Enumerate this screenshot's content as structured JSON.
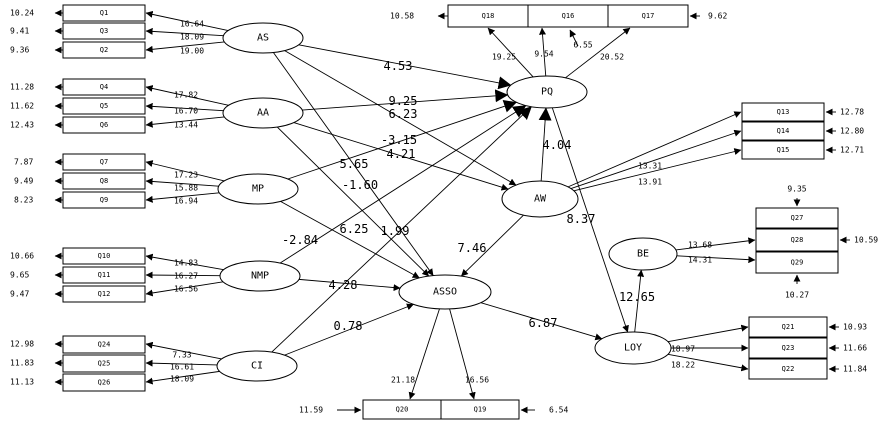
{
  "indicators": [
    {
      "id": "Q1",
      "label": "Q1",
      "variance": "10.24",
      "loading": "16.64"
    },
    {
      "id": "Q3",
      "label": "Q3",
      "variance": "9.41",
      "loading": "18.09"
    },
    {
      "id": "Q2",
      "label": "Q2",
      "variance": "9.36",
      "loading": "19.00"
    },
    {
      "id": "Q4",
      "label": "Q4",
      "variance": "11.28",
      "loading": "17.82"
    },
    {
      "id": "Q5",
      "label": "Q5",
      "variance": "11.62",
      "loading": "16.70"
    },
    {
      "id": "Q6",
      "label": "Q6",
      "variance": "12.43",
      "loading": "13.44"
    },
    {
      "id": "Q7",
      "label": "Q7",
      "variance": "7.87",
      "loading": "17.23"
    },
    {
      "id": "Q8",
      "label": "Q8",
      "variance": "9.49",
      "loading": "15.88"
    },
    {
      "id": "Q9",
      "label": "Q9",
      "variance": "8.23",
      "loading": "16.94"
    },
    {
      "id": "Q10",
      "label": "Q10",
      "variance": "10.66",
      "loading": "14.83"
    },
    {
      "id": "Q11",
      "label": "Q11",
      "variance": "9.65",
      "loading": "16.27"
    },
    {
      "id": "Q12",
      "label": "Q12",
      "variance": "9.47",
      "loading": "16.56"
    },
    {
      "id": "Q24",
      "label": "Q24",
      "variance": "12.98",
      "loading": "7.33"
    },
    {
      "id": "Q25",
      "label": "Q25",
      "variance": "11.83",
      "loading": "16.61"
    },
    {
      "id": "Q26",
      "label": "Q26",
      "variance": "11.13",
      "loading": "18.09"
    },
    {
      "id": "Q18",
      "label": "Q18",
      "variance": "10.58",
      "loading": "19.25"
    },
    {
      "id": "Q16",
      "label": "Q16",
      "variance": "",
      "loading": "9.54"
    },
    {
      "id": "Q17",
      "label": "Q17",
      "variance": "9.62",
      "loading": "20.52"
    },
    {
      "id": "Q13",
      "label": "Q13",
      "variance": "12.78",
      "loading": "13.31"
    },
    {
      "id": "Q14",
      "label": "Q14",
      "variance": "12.80",
      "loading": ""
    },
    {
      "id": "Q15",
      "label": "Q15",
      "variance": "12.71",
      "loading": "13.91"
    },
    {
      "id": "Q27",
      "label": "Q27",
      "variance": "9.35",
      "loading": ""
    },
    {
      "id": "Q28",
      "label": "Q28",
      "variance": "10.59",
      "loading": "13.68"
    },
    {
      "id": "Q29",
      "label": "Q29",
      "variance": "10.27",
      "loading": "14.31"
    },
    {
      "id": "Q21",
      "label": "Q21",
      "variance": "10.93",
      "loading": ""
    },
    {
      "id": "Q23",
      "label": "Q23",
      "variance": "11.66",
      "loading": "18.97"
    },
    {
      "id": "Q22",
      "label": "Q22",
      "variance": "11.84",
      "loading": "18.22"
    },
    {
      "id": "Q20",
      "label": "Q20",
      "variance": "11.59",
      "loading": "21.18"
    },
    {
      "id": "Q19",
      "label": "Q19",
      "variance": "6.54",
      "loading": "16.56"
    }
  ],
  "misc_labels": {
    "q16_extra": "6.55"
  },
  "constructs": [
    {
      "id": "AS",
      "label": "AS"
    },
    {
      "id": "AA",
      "label": "AA"
    },
    {
      "id": "MP",
      "label": "MP"
    },
    {
      "id": "NMP",
      "label": "NMP"
    },
    {
      "id": "CI",
      "label": "CI"
    },
    {
      "id": "PQ",
      "label": "PQ"
    },
    {
      "id": "AW",
      "label": "AW"
    },
    {
      "id": "ASSO",
      "label": "ASSO"
    },
    {
      "id": "BE",
      "label": "BE"
    },
    {
      "id": "LOY",
      "label": "LOY"
    }
  ],
  "structural_paths": [
    {
      "from": "AS",
      "to": "PQ",
      "coefficient": "4.53"
    },
    {
      "from": "AS",
      "to": "AW",
      "coefficient": "6.23"
    },
    {
      "from": "AS",
      "to": "ASSO",
      "coefficient": "5.65"
    },
    {
      "from": "AA",
      "to": "PQ",
      "coefficient": "9.25"
    },
    {
      "from": "AA",
      "to": "AW",
      "coefficient": "4.21"
    },
    {
      "from": "AA",
      "to": "ASSO",
      "coefficient": "6.25"
    },
    {
      "from": "MP",
      "to": "PQ",
      "coefficient": "-3.15"
    },
    {
      "from": "MP",
      "to": "ASSO",
      "coefficient": "-2.84"
    },
    {
      "from": "NMP",
      "to": "PQ",
      "coefficient": "-1.60"
    },
    {
      "from": "NMP",
      "to": "ASSO",
      "coefficient": "4.28"
    },
    {
      "from": "CI",
      "to": "PQ",
      "coefficient": "1.99"
    },
    {
      "from": "CI",
      "to": "ASSO",
      "coefficient": "0.78"
    },
    {
      "from": "AW",
      "to": "PQ",
      "coefficient": "4.04"
    },
    {
      "from": "AW",
      "to": "ASSO",
      "coefficient": "7.46"
    },
    {
      "from": "PQ",
      "to": "LOY",
      "coefficient": "8.37"
    },
    {
      "from": "ASSO",
      "to": "LOY",
      "coefficient": "6.87"
    },
    {
      "from": "LOY",
      "to": "BE",
      "coefficient": "12.65"
    }
  ]
}
